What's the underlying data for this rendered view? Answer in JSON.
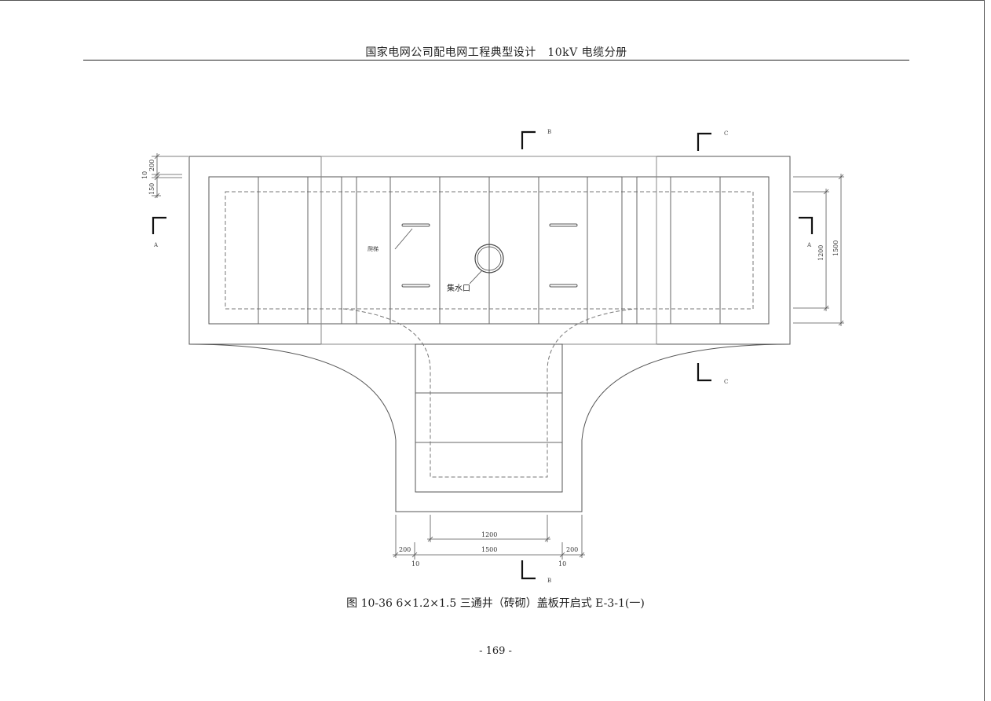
{
  "header": {
    "title": "国家电网公司配电网工程典型设计　10kV 电缆分册"
  },
  "caption": "图 10-36 6×1.2×1.5 三通井（砖砌）盖板开启式 E-3-1(一)",
  "page_number": "- 169 -",
  "drawing": {
    "section_labels": {
      "a": "A",
      "b": "B",
      "c": "C"
    },
    "sump_label": "集水口",
    "small_note": "爬梯",
    "dimensions": {
      "top_left_200": "200",
      "top_left_10": "10",
      "top_left_150": "150",
      "right_1200": "1200",
      "right_1500": "1500",
      "bottom_1200": "1200",
      "bottom_1500": "1500",
      "bottom_200_left": "200",
      "bottom_200_right": "200",
      "bottom_10_left": "10",
      "bottom_10_right": "10"
    }
  }
}
